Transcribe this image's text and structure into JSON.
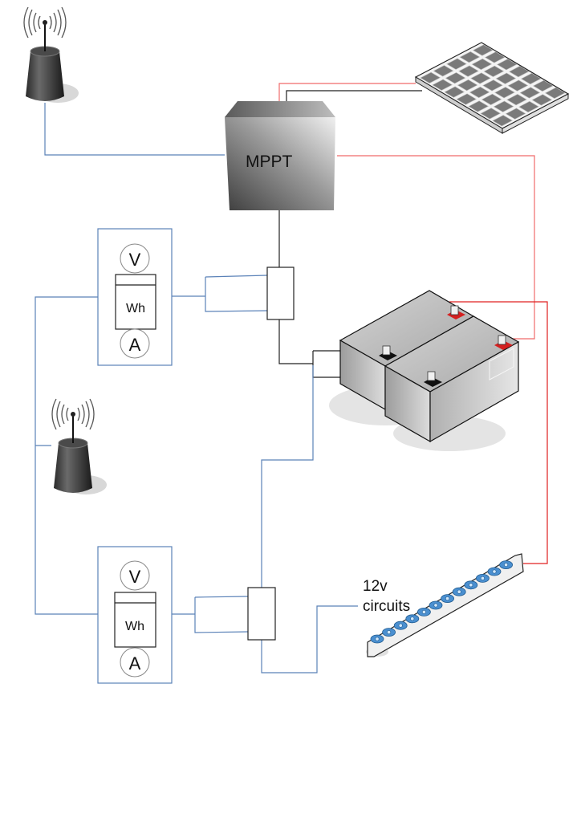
{
  "diagram": {
    "mppt": {
      "label": "MPPT"
    },
    "meter_top": {
      "volt": "V",
      "energy": "Wh",
      "amp": "A"
    },
    "meter_bottom": {
      "volt": "V",
      "energy": "Wh",
      "amp": "A"
    },
    "fuse_block": {
      "label_line1": "12v",
      "label_line2": "circuits"
    },
    "icons": {
      "antenna_top": "wireless-antenna-icon",
      "antenna_middle": "wireless-antenna-icon",
      "solar_panel": "solar-panel-icon",
      "battery_bank": "battery-icon",
      "shunt_top": "shunt-icon",
      "shunt_bottom": "shunt-icon",
      "fuse_block": "fuse-block-icon"
    },
    "wire_colors": {
      "signal": "#5b82b8",
      "positive": "#e02020",
      "negative": "#222222"
    }
  }
}
